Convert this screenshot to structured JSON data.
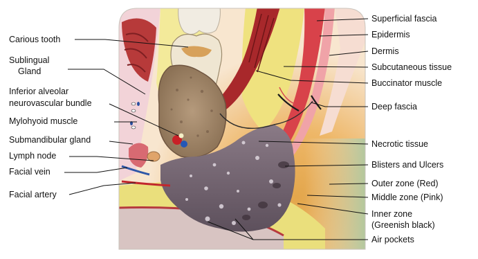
{
  "labels_left": [
    {
      "id": "carious-tooth",
      "text": "Carious tooth"
    },
    {
      "id": "sublingual-gland-1",
      "text": "Sublingual"
    },
    {
      "id": "sublingual-gland-2",
      "text": "Gland"
    },
    {
      "id": "ian-bundle-1",
      "text": "Inferior alveolar"
    },
    {
      "id": "ian-bundle-2",
      "text": "neurovascular bundle"
    },
    {
      "id": "mylohyoid",
      "text": "Mylohyoid muscle"
    },
    {
      "id": "submandibular",
      "text": "Submandibular gland"
    },
    {
      "id": "lymph-node",
      "text": "Lymph node"
    },
    {
      "id": "facial-vein",
      "text": "Facial vein"
    },
    {
      "id": "facial-artery",
      "text": "Facial artery"
    }
  ],
  "labels_right": [
    {
      "id": "superficial-fascia",
      "text": "Superficial fascia"
    },
    {
      "id": "epidermis",
      "text": "Epidermis"
    },
    {
      "id": "dermis",
      "text": "Dermis"
    },
    {
      "id": "subcutaneous",
      "text": "Subcutaneous tissue"
    },
    {
      "id": "buccinator",
      "text": "Buccinator muscle"
    },
    {
      "id": "deep-fascia",
      "text": "Deep fascia"
    },
    {
      "id": "necrotic",
      "text": "Necrotic tissue"
    },
    {
      "id": "blisters",
      "text": "Blisters and Ulcers"
    },
    {
      "id": "outer-zone",
      "text": "Outer zone (Red)"
    },
    {
      "id": "middle-zone",
      "text": "Middle zone (Pink)"
    },
    {
      "id": "inner-zone-1",
      "text": "Inner zone"
    },
    {
      "id": "inner-zone-2",
      "text": "(Greenish black)"
    },
    {
      "id": "air-pockets",
      "text": "Air pockets"
    }
  ]
}
